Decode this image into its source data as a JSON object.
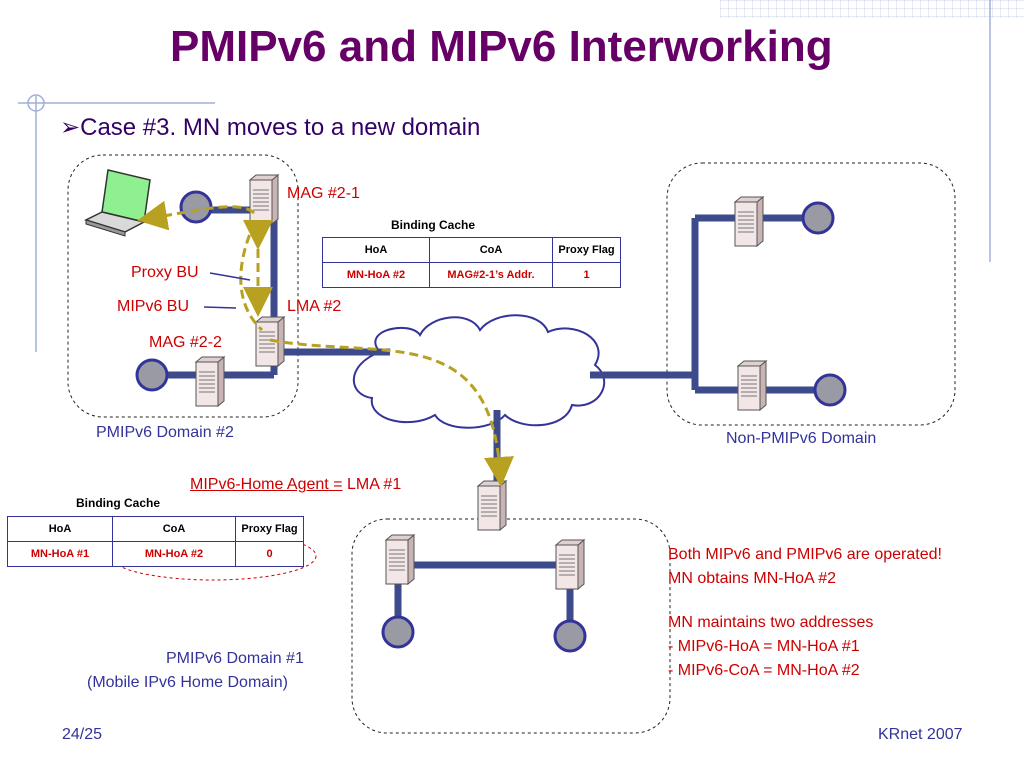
{
  "slide": {
    "title": "PMIPv6 and MIPv6 Interworking",
    "bullet": "➢Case #3. MN moves to a new domain"
  },
  "labels": {
    "mag21": "MAG #2-1",
    "proxy_bu": "Proxy BU",
    "mipv6_bu": "MIPv6 BU",
    "lma2": "LMA #2",
    "mag22": "MAG #2-2",
    "domain2": "PMIPv6 Domain #2",
    "non_pmipv6": "Non-PMIPv6 Domain",
    "home_agent_prefix": "MIPv6-Home Agent =",
    "home_agent_value": " LMA #1",
    "domain1_line1": "PMIPv6 Domain #1",
    "domain1_line2": "(Mobile IPv6 Home Domain)"
  },
  "binding_cache_top": {
    "caption": "Binding Cache",
    "headers": [
      "HoA",
      "CoA",
      "Proxy Flag"
    ],
    "values": [
      "MN-HoA #2",
      "MAG#2-1’s Addr.",
      "1"
    ]
  },
  "binding_cache_bottom": {
    "caption": "Binding Cache",
    "headers": [
      "HoA",
      "CoA",
      "Proxy Flag"
    ],
    "values": [
      "MN-HoA #1",
      "MN-HoA #2",
      "0"
    ]
  },
  "notes": {
    "line1": "Both MIPv6 and PMIPv6 are operated!",
    "line2": "MN obtains MN-HoA #2",
    "line3": "MN maintains two addresses",
    "line4": "- MIPv6-HoA = MN-HoA #1",
    "line5": "- MIPv6-CoA = MN-HoA #2"
  },
  "footer": {
    "page": "24/25",
    "right": "KRnet 2007"
  },
  "colors": {
    "title": "#660066",
    "accent_red": "#cc0000",
    "link_blue": "#333399",
    "dashed_arrow": "#b8a020"
  }
}
